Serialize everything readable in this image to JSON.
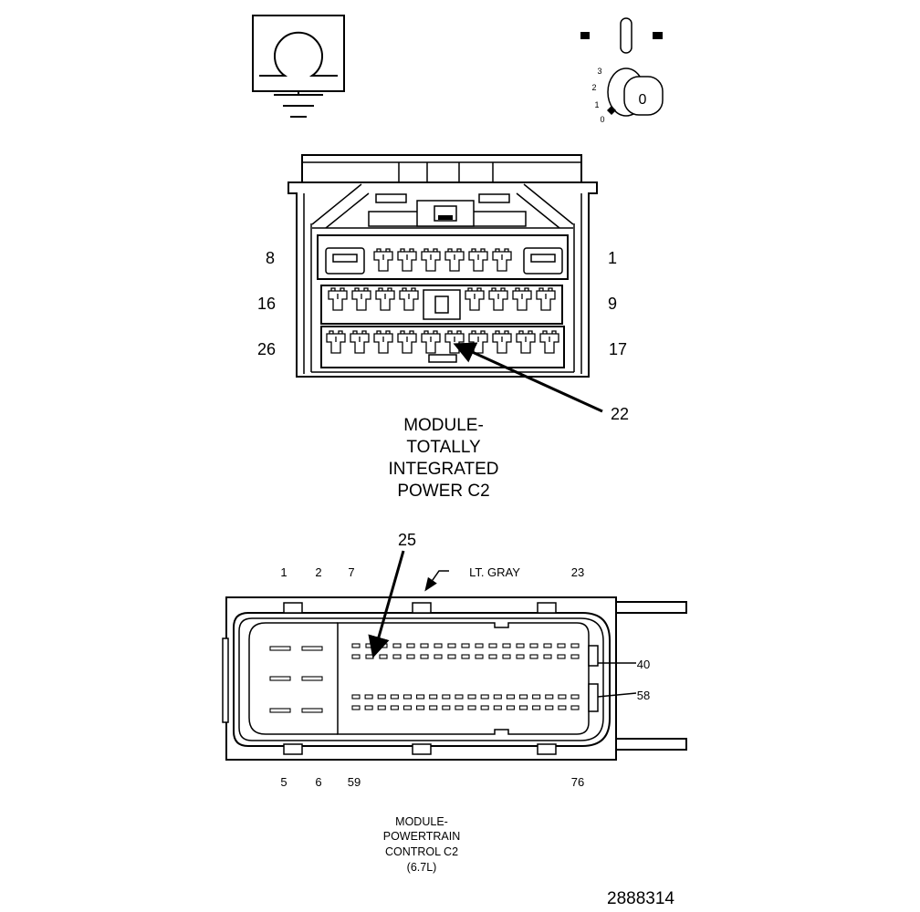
{
  "ground_symbol": {
    "icon": "ground-icon"
  },
  "ignition_symbol": {
    "icon": "ignition-key-icon",
    "position_labels": [
      "3",
      "2",
      "1",
      "0"
    ],
    "key_label": "0"
  },
  "tipm_c2": {
    "row_labels": {
      "row1_left": "8",
      "row1_right": "1",
      "row2_left": "16",
      "row2_right": "9",
      "row3_left": "26",
      "row3_right": "17"
    },
    "callout": "22",
    "title": [
      "MODULE-",
      "TOTALLY",
      "INTEGRATED",
      "POWER C2"
    ]
  },
  "pcm_c2": {
    "callout": "25",
    "color_label": "LT. GRAY",
    "top_labels": [
      "1",
      "2",
      "7",
      "23"
    ],
    "side_labels": [
      "40",
      "58"
    ],
    "bottom_labels": [
      "5",
      "6",
      "59",
      "76"
    ],
    "title": [
      "MODULE-",
      "POWERTRAIN",
      "CONTROL C2",
      "(6.7L)"
    ]
  },
  "figure_number": "2888314"
}
